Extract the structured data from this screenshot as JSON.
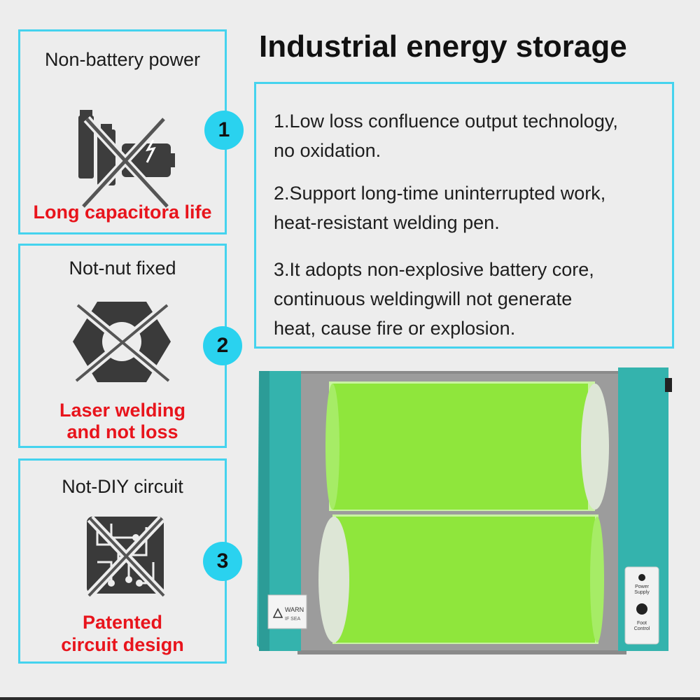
{
  "title": "Industrial energy storage",
  "cards": [
    {
      "number": "1",
      "heading": "Non-battery power",
      "icon": "crossed-battery-icon",
      "caption": [
        "Long capacitora life"
      ]
    },
    {
      "number": "2",
      "heading": "Not-nut fixed",
      "icon": "crossed-nut-icon",
      "caption": [
        "Laser welding",
        "and not loss"
      ]
    },
    {
      "number": "3",
      "heading": "Not-DIY circuit",
      "icon": "crossed-circuit-icon",
      "caption": [
        "Patented",
        "circuit design"
      ]
    }
  ],
  "features": [
    {
      "line1": "1.Low loss confluence output technology,",
      "line2": "no oxidation."
    },
    {
      "line1": "2.Support long-time uninterrupted work,",
      "line2": "heat-resistant welding pen."
    },
    {
      "line1": "3.It adopts non-explosive battery core,",
      "line2": "continuous weldingwill not generate",
      "line3": "heat, cause fire or explosion."
    }
  ],
  "device": {
    "warning_label": "WARN",
    "warning_sub": "IF SEA",
    "port1_label": "Power\nSupply",
    "port2_label": "Foot\nControl"
  },
  "colors": {
    "accent": "#45d3ee",
    "badge": "#2ad2ef",
    "red": "#e8141c",
    "battery": "#8fe63c",
    "device": "#34b3ad"
  }
}
